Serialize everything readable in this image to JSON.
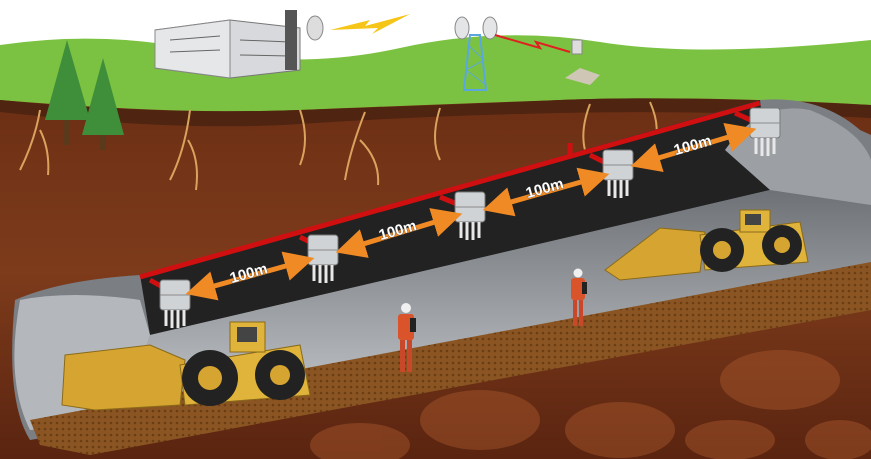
{
  "diagram": {
    "title": "Underground mine wireless network",
    "distance_labels": [
      "100m",
      "100m",
      "100m",
      "100m"
    ],
    "colors": {
      "grass": "#7cc242",
      "soil": "#7a3a1c",
      "deep_soil": "#5e2712",
      "cable": "#d01010",
      "arrow": "#f08a24",
      "tunnel_ceiling": "#2a2a2a",
      "tunnel_wall": "#a9adb2",
      "floor": "#8a5522",
      "loader": "#e0b43a"
    },
    "icons": [
      "control-building-icon",
      "radio-tower-icon",
      "satellite-dish-icon",
      "access-point-icon",
      "loader-icon",
      "miner-icon",
      "tree-icon",
      "lightning-link-icon"
    ]
  }
}
